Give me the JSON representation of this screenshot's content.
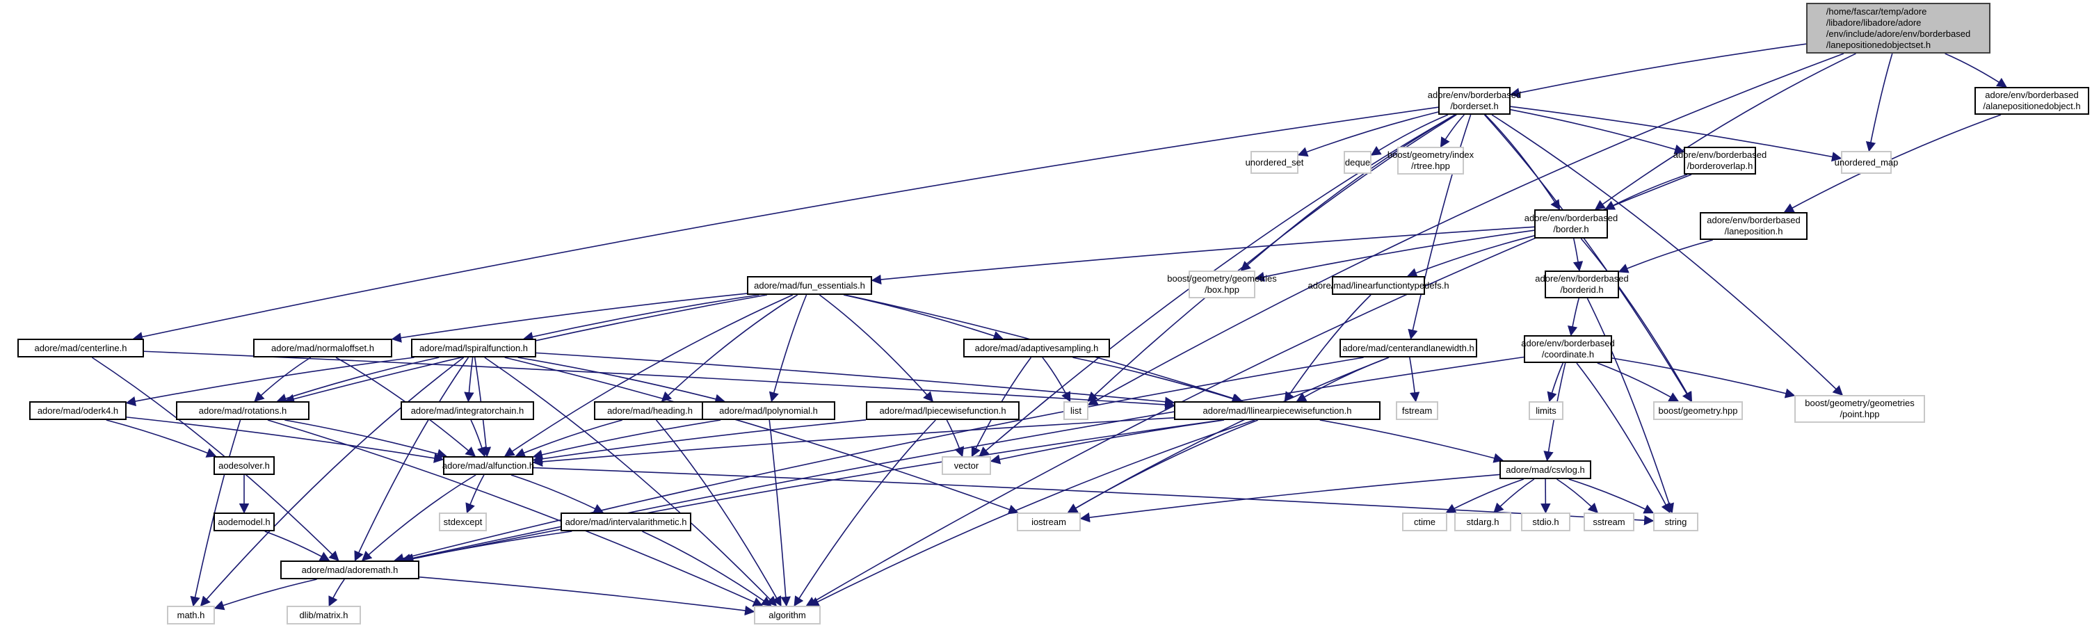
{
  "edge_color": "#191970",
  "nodes": {
    "root": {
      "label": "/home/fascar/temp/adore\n/libadore/libadore/adore\n/env/include/adore/env/borderbased\n/lanepositionedobjectset.h",
      "kind": "root"
    },
    "borderset": {
      "label": "adore/env/borderbased\n/borderset.h",
      "kind": "internal"
    },
    "alaneposobj": {
      "label": "adore/env/borderbased\n/alanepositionedobject.h",
      "kind": "internal"
    },
    "unordered_set": {
      "label": "unordered_set",
      "kind": "system"
    },
    "deque": {
      "label": "deque",
      "kind": "system"
    },
    "rtree": {
      "label": "boost/geometry/index\n/rtree.hpp",
      "kind": "system"
    },
    "borderoverlap": {
      "label": "adore/env/borderbased\n/borderoverlap.h",
      "kind": "internal"
    },
    "unordered_map": {
      "label": "unordered_map",
      "kind": "system"
    },
    "border": {
      "label": "adore/env/borderbased\n/border.h",
      "kind": "internal"
    },
    "laneposition": {
      "label": "adore/env/borderbased\n/laneposition.h",
      "kind": "internal"
    },
    "fun_essentials": {
      "label": "adore/mad/fun_essentials.h",
      "kind": "internal"
    },
    "box": {
      "label": "boost/geometry/geometries\n/box.hpp",
      "kind": "system"
    },
    "lftypedefs": {
      "label": "adore/mad/linearfunctiontypedefs.h",
      "kind": "internal"
    },
    "borderid": {
      "label": "adore/env/borderbased\n/borderid.h",
      "kind": "internal"
    },
    "centerline": {
      "label": "adore/mad/centerline.h",
      "kind": "internal"
    },
    "normaloffset": {
      "label": "adore/mad/normaloffset.h",
      "kind": "internal"
    },
    "lspiral": {
      "label": "adore/mad/lspiralfunction.h",
      "kind": "internal"
    },
    "adaptivesampling": {
      "label": "adore/mad/adaptivesampling.h",
      "kind": "internal"
    },
    "centerandlanewidth": {
      "label": "adore/mad/centerandlanewidth.h",
      "kind": "internal"
    },
    "coordinate": {
      "label": "adore/env/borderbased\n/coordinate.h",
      "kind": "internal"
    },
    "oderk4": {
      "label": "adore/mad/oderk4.h",
      "kind": "internal"
    },
    "rotations": {
      "label": "adore/mad/rotations.h",
      "kind": "internal"
    },
    "integratorchain": {
      "label": "adore/mad/integratorchain.h",
      "kind": "internal"
    },
    "heading": {
      "label": "adore/mad/heading.h",
      "kind": "internal"
    },
    "lpolynomial": {
      "label": "adore/mad/lpolynomial.h",
      "kind": "internal"
    },
    "lpiecewise": {
      "label": "adore/mad/lpiecewisefunction.h",
      "kind": "internal"
    },
    "list": {
      "label": "list",
      "kind": "system"
    },
    "llinearpiecewise": {
      "label": "adore/mad/llinearpiecewisefunction.h",
      "kind": "internal"
    },
    "fstream": {
      "label": "fstream",
      "kind": "system"
    },
    "limits": {
      "label": "limits",
      "kind": "system"
    },
    "boostgeometry": {
      "label": "boost/geometry.hpp",
      "kind": "system"
    },
    "point": {
      "label": "boost/geometry/geometries\n/point.hpp",
      "kind": "system"
    },
    "aodesolver": {
      "label": "aodesolver.h",
      "kind": "internal"
    },
    "alfunction": {
      "label": "adore/mad/alfunction.h",
      "kind": "internal"
    },
    "vector": {
      "label": "vector",
      "kind": "system"
    },
    "csvlog": {
      "label": "adore/mad/csvlog.h",
      "kind": "internal"
    },
    "aodemodel": {
      "label": "aodemodel.h",
      "kind": "internal"
    },
    "stdexcept": {
      "label": "stdexcept",
      "kind": "system"
    },
    "intervalarith": {
      "label": "adore/mad/intervalarithmetic.h",
      "kind": "internal"
    },
    "iostream": {
      "label": "iostream",
      "kind": "system"
    },
    "ctime": {
      "label": "ctime",
      "kind": "system"
    },
    "stdarg": {
      "label": "stdarg.h",
      "kind": "system"
    },
    "stdio": {
      "label": "stdio.h",
      "kind": "system"
    },
    "sstream": {
      "label": "sstream",
      "kind": "system"
    },
    "string": {
      "label": "string",
      "kind": "system"
    },
    "adoremath": {
      "label": "adore/mad/adoremath.h",
      "kind": "internal"
    },
    "math": {
      "label": "math.h",
      "kind": "system"
    },
    "dlibmatrix": {
      "label": "dlib/matrix.h",
      "kind": "system"
    },
    "algorithm": {
      "label": "algorithm",
      "kind": "system"
    }
  },
  "edges": [
    [
      "root",
      "borderset"
    ],
    [
      "root",
      "alaneposobj"
    ],
    [
      "root",
      "unordered_map"
    ],
    [
      "root",
      "border"
    ],
    [
      "root",
      "list"
    ],
    [
      "alaneposobj",
      "laneposition"
    ],
    [
      "borderset",
      "unordered_set"
    ],
    [
      "borderset",
      "deque"
    ],
    [
      "borderset",
      "rtree"
    ],
    [
      "borderset",
      "borderoverlap"
    ],
    [
      "borderset",
      "unordered_map"
    ],
    [
      "borderset",
      "border"
    ],
    [
      "borderset",
      "centerline"
    ],
    [
      "borderset",
      "box"
    ],
    [
      "borderset",
      "centerandlanewidth"
    ],
    [
      "borderset",
      "boostgeometry"
    ],
    [
      "borderset",
      "point"
    ],
    [
      "borderset",
      "vector"
    ],
    [
      "borderset",
      "list"
    ],
    [
      "borderoverlap",
      "border"
    ],
    [
      "borderoverlap",
      "algorithm"
    ],
    [
      "border",
      "fun_essentials"
    ],
    [
      "border",
      "box"
    ],
    [
      "border",
      "lftypedefs"
    ],
    [
      "border",
      "borderid"
    ],
    [
      "border",
      "boostgeometry"
    ],
    [
      "laneposition",
      "borderid"
    ],
    [
      "borderid",
      "coordinate"
    ],
    [
      "borderid",
      "string"
    ],
    [
      "fun_essentials",
      "normaloffset"
    ],
    [
      "fun_essentials",
      "lspiral"
    ],
    [
      "fun_essentials",
      "adaptivesampling"
    ],
    [
      "fun_essentials",
      "heading"
    ],
    [
      "fun_essentials",
      "lpolynomial"
    ],
    [
      "fun_essentials",
      "lpiecewise"
    ],
    [
      "fun_essentials",
      "llinearpiecewise"
    ],
    [
      "fun_essentials",
      "rotations"
    ],
    [
      "fun_essentials",
      "alfunction"
    ],
    [
      "lftypedefs",
      "llinearpiecewise"
    ],
    [
      "centerline",
      "llinearpiecewise"
    ],
    [
      "centerline",
      "adoremath"
    ],
    [
      "normaloffset",
      "rotations"
    ],
    [
      "normaloffset",
      "alfunction"
    ],
    [
      "lspiral",
      "oderk4"
    ],
    [
      "lspiral",
      "rotations"
    ],
    [
      "lspiral",
      "integratorchain"
    ],
    [
      "lspiral",
      "lpolynomial"
    ],
    [
      "lspiral",
      "llinearpiecewise"
    ],
    [
      "lspiral",
      "alfunction"
    ],
    [
      "lspiral",
      "adoremath"
    ],
    [
      "lspiral",
      "math"
    ],
    [
      "lspiral",
      "algorithm"
    ],
    [
      "lspiral",
      "iostream"
    ],
    [
      "adaptivesampling",
      "list"
    ],
    [
      "adaptivesampling",
      "vector"
    ],
    [
      "adaptivesampling",
      "llinearpiecewise"
    ],
    [
      "centerandlanewidth",
      "llinearpiecewise"
    ],
    [
      "centerandlanewidth",
      "fstream"
    ],
    [
      "centerandlanewidth",
      "iostream"
    ],
    [
      "centerandlanewidth",
      "adoremath"
    ],
    [
      "coordinate",
      "limits"
    ],
    [
      "coordinate",
      "boostgeometry"
    ],
    [
      "coordinate",
      "point"
    ],
    [
      "coordinate",
      "csvlog"
    ],
    [
      "coordinate",
      "string"
    ],
    [
      "coordinate",
      "adoremath"
    ],
    [
      "oderk4",
      "aodesolver"
    ],
    [
      "oderk4",
      "alfunction"
    ],
    [
      "rotations",
      "alfunction"
    ],
    [
      "rotations",
      "math"
    ],
    [
      "rotations",
      "algorithm"
    ],
    [
      "integratorchain",
      "alfunction"
    ],
    [
      "heading",
      "alfunction"
    ],
    [
      "heading",
      "algorithm"
    ],
    [
      "lpolynomial",
      "alfunction"
    ],
    [
      "lpolynomial",
      "algorithm"
    ],
    [
      "lpiecewise",
      "alfunction"
    ],
    [
      "lpiecewise",
      "vector"
    ],
    [
      "lpiecewise",
      "algorithm"
    ],
    [
      "llinearpiecewise",
      "alfunction"
    ],
    [
      "llinearpiecewise",
      "vector"
    ],
    [
      "llinearpiecewise",
      "iostream"
    ],
    [
      "llinearpiecewise",
      "csvlog"
    ],
    [
      "llinearpiecewise",
      "adoremath"
    ],
    [
      "llinearpiecewise",
      "algorithm"
    ],
    [
      "aodesolver",
      "aodemodel"
    ],
    [
      "aodemodel",
      "adoremath"
    ],
    [
      "alfunction",
      "stdexcept"
    ],
    [
      "alfunction",
      "intervalarith"
    ],
    [
      "alfunction",
      "adoremath"
    ],
    [
      "alfunction",
      "string"
    ],
    [
      "intervalarith",
      "adoremath"
    ],
    [
      "intervalarith",
      "algorithm"
    ],
    [
      "csvlog",
      "iostream"
    ],
    [
      "csvlog",
      "ctime"
    ],
    [
      "csvlog",
      "stdarg"
    ],
    [
      "csvlog",
      "stdio"
    ],
    [
      "csvlog",
      "sstream"
    ],
    [
      "csvlog",
      "string"
    ],
    [
      "adoremath",
      "math"
    ],
    [
      "adoremath",
      "dlibmatrix"
    ],
    [
      "adoremath",
      "algorithm"
    ]
  ]
}
